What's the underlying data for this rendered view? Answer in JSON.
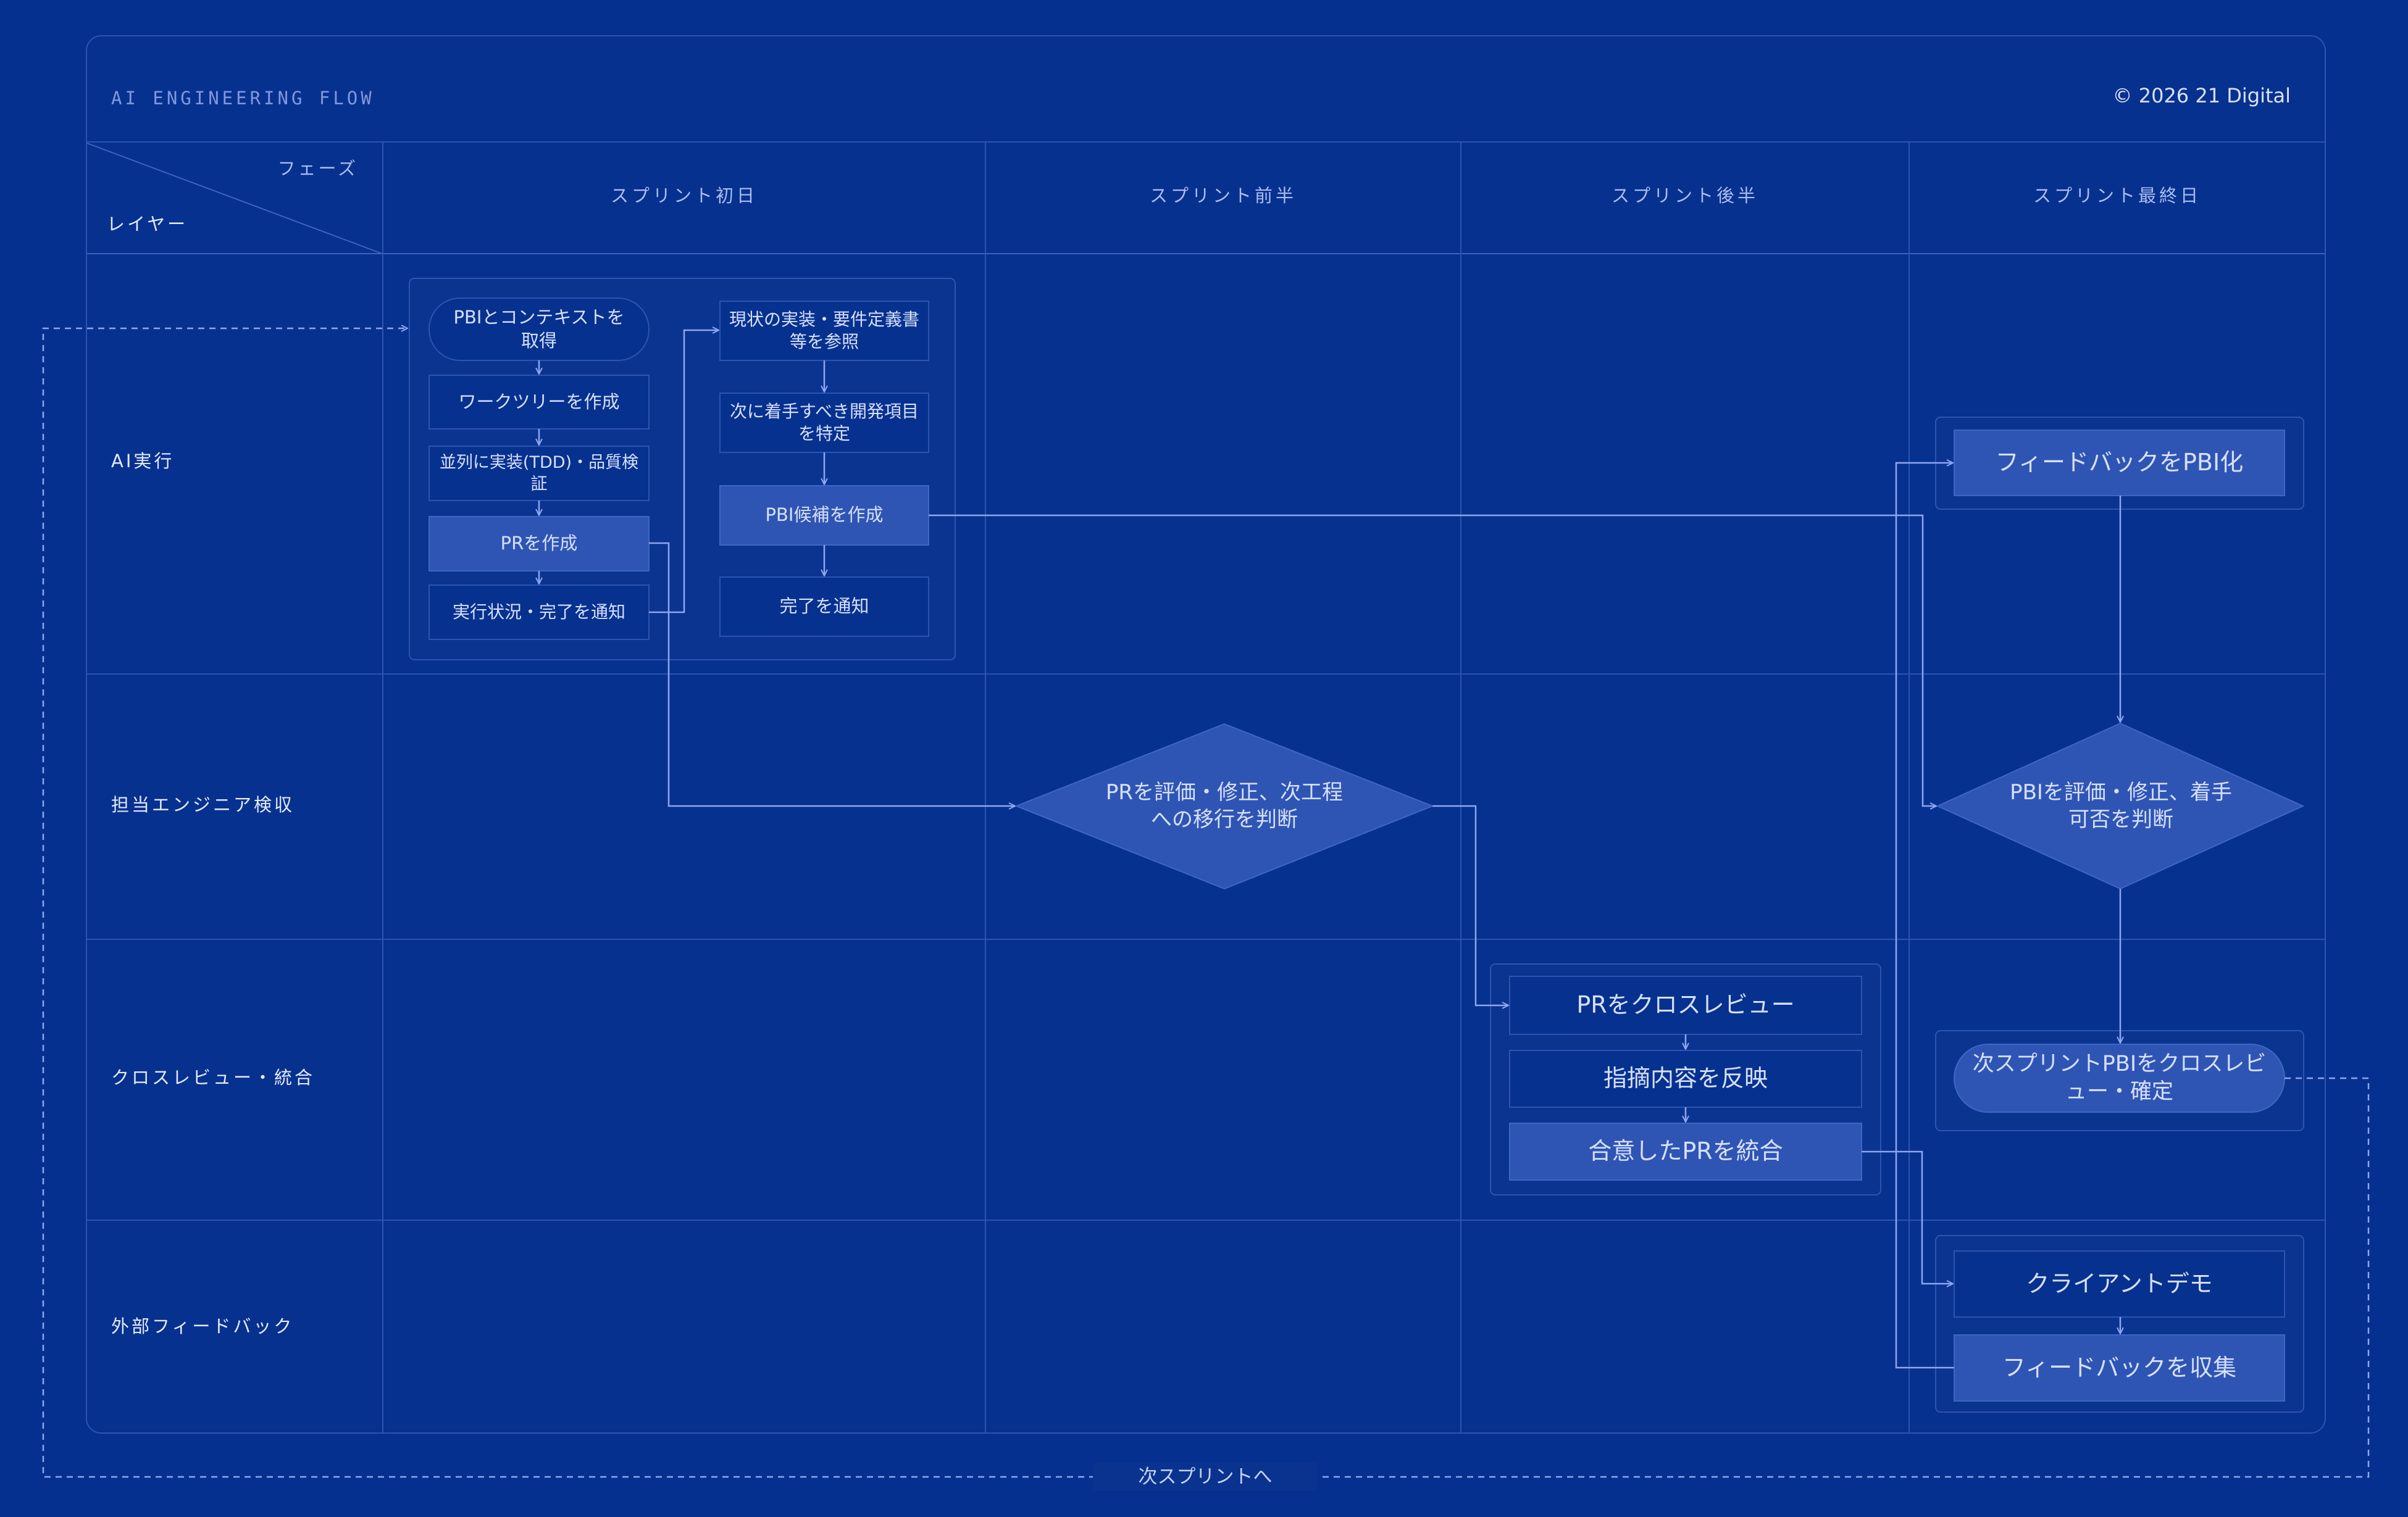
{
  "header": {
    "title": "AI ENGINEERING FLOW",
    "copyright": "© 2026 21 Digital"
  },
  "grid": {
    "corner_top": "フェーズ",
    "corner_bottom": "レイヤー",
    "phases": [
      "スプリント初日",
      "スプリント前半",
      "スプリント後半",
      "スプリント最終日"
    ],
    "layers": [
      "AI実行",
      "担当エンジニア検収",
      "クロスレビュー・統合",
      "外部フィードバック"
    ]
  },
  "nodes": {
    "get_context": "PBIとコンテキストを取得",
    "create_worktree": "ワークツリーを作成",
    "parallel_impl": "並列に実装(TDD)・品質検証",
    "create_pr": "PRを作成",
    "notify_status": "実行状況・完了を通知",
    "reference_specs": "現状の実装・要件定義書等を参照",
    "identify_next": "次に着手すべき開発項目を特定",
    "create_pbi_candidates": "PBI候補を作成",
    "notify_done": "完了を通知",
    "evaluate_pr": "PRを評価・修正、次工程への移行を判断",
    "cross_review_pr": "PRをクロスレビュー",
    "apply_feedback": "指摘内容を反映",
    "merge_pr": "合意したPRを統合",
    "feedback_to_pbi": "フィードバックをPBI化",
    "evaluate_pbi": "PBIを評価・修正、着手可否を判断",
    "next_sprint_pbi": "次スプリントPBIをクロスレビュー・確定",
    "client_demo": "クライアントデモ",
    "collect_feedback": "フィードバックを収集"
  },
  "loop_label": "次スプリントへ",
  "colors": {
    "background": "#06308f",
    "line": "#8ea6f3",
    "node_highlight": "#2f55b4",
    "diamond_fill": "#2f55b4",
    "text": "#d6e0fb"
  }
}
